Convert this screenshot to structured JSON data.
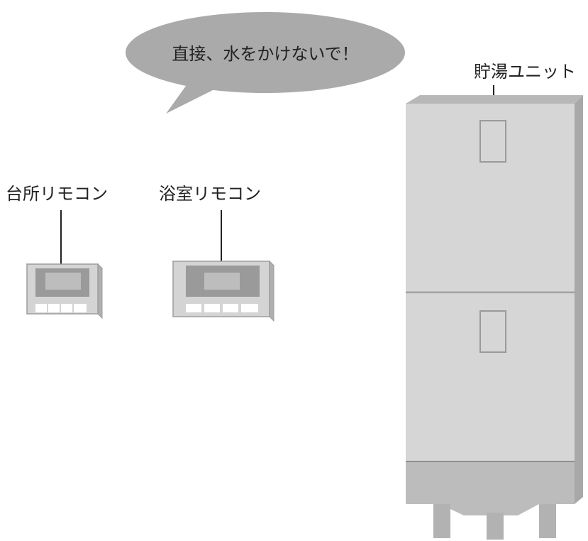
{
  "speech_bubble": {
    "text": "直接、水をかけないで！"
  },
  "labels": {
    "kitchen_remote": "台所リモコン",
    "bathroom_remote": "浴室リモコン",
    "storage_unit": "貯湯ユニット"
  },
  "colors": {
    "bubble": "#aaaaaa",
    "unit_body": "#d6d6d6",
    "unit_side": "#b8b8b8",
    "unit_base": "#bcbcbc",
    "remote_frame": "#d4d4d4",
    "remote_screen": "#9a9a9a",
    "remote_screen_inner": "#bdbdbd",
    "leader_line": "#222222"
  }
}
